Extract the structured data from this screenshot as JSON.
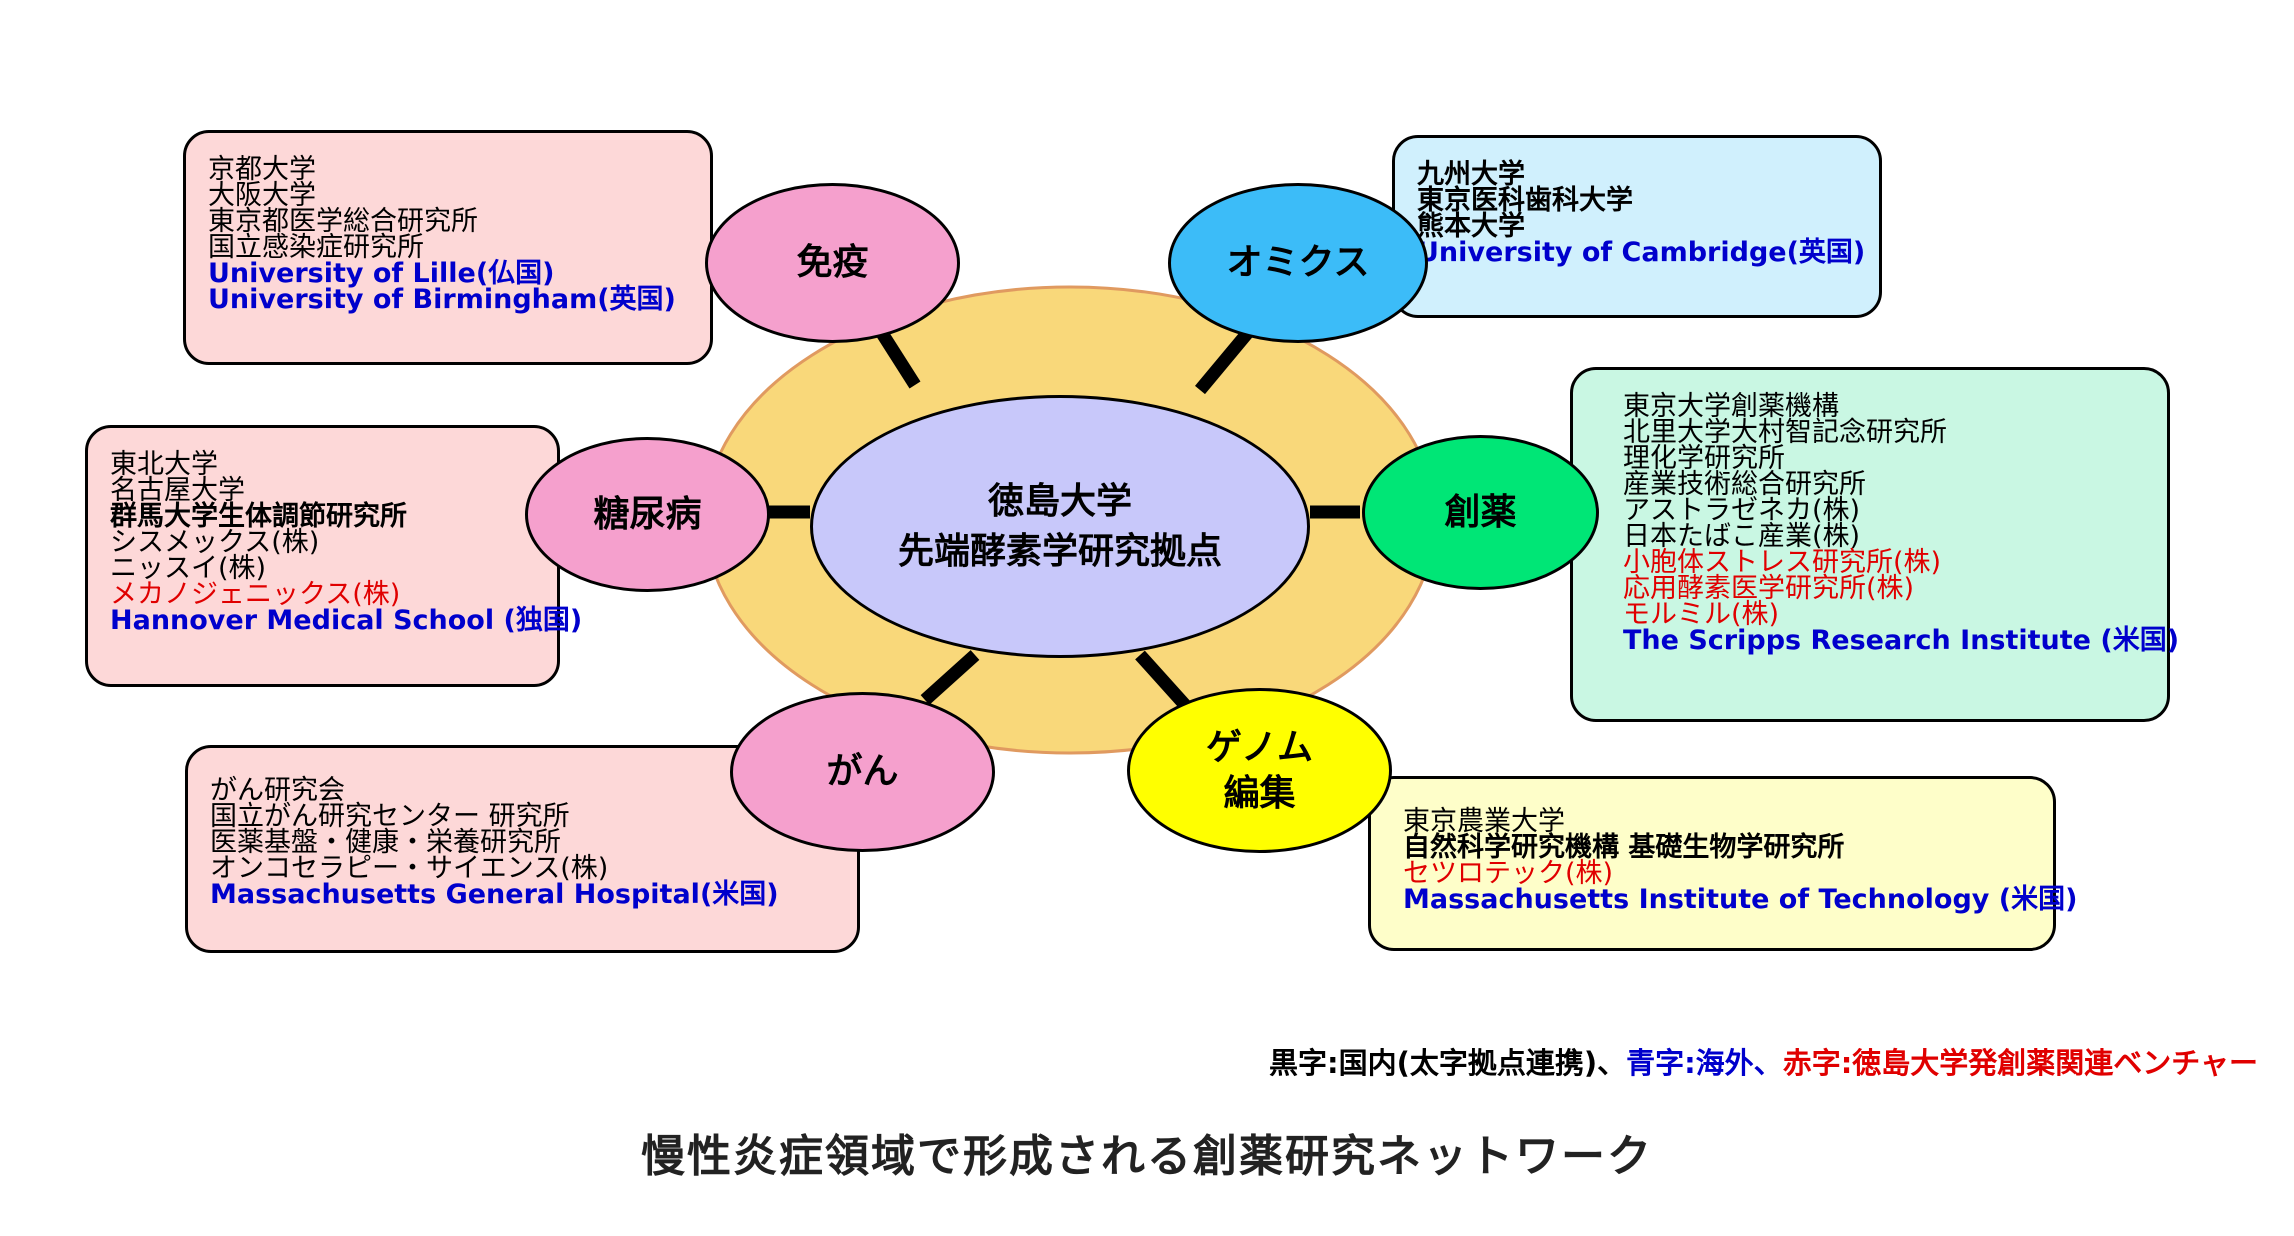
{
  "center": {
    "line1": "徳島大学",
    "line2": "先端酵素学研究拠点"
  },
  "colors": {
    "outer_ellipse": "#f9d87a",
    "center_fill": "#c8c8fa",
    "immune_fill": "#f5a0cd",
    "omics_fill": "#3cbcf8",
    "diabetes_fill": "#f5a0cd",
    "drug_fill": "#00e676",
    "cancer_fill": "#f5a0cd",
    "genome_fill": "#ffff00",
    "pink_box": "#fdd8d8",
    "cyan_box": "#d0f0fd",
    "green_box": "#c9f7e3",
    "yellow_box": "#fefec9",
    "domestic": "#000000",
    "overseas": "#0000cc",
    "venture": "#e00000"
  },
  "topics": {
    "immune": "免疫",
    "omics": "オミクス",
    "diabetes": "糖尿病",
    "drug": "創薬",
    "cancer": "がん",
    "genome": [
      "ゲノム",
      "編集"
    ]
  },
  "boxes": {
    "immune": [
      {
        "text": "京都大学",
        "style": ""
      },
      {
        "text": "大阪大学",
        "style": ""
      },
      {
        "text": "東京都医学総合研究所",
        "style": ""
      },
      {
        "text": "国立感染症研究所",
        "style": ""
      },
      {
        "text": "University of Lille(仏国)",
        "style": "blue"
      },
      {
        "text": "University of Birmingham(英国)",
        "style": "blue"
      }
    ],
    "omics": [
      {
        "text": "九州大学",
        "style": "b"
      },
      {
        "text": "東京医科歯科大学",
        "style": "b"
      },
      {
        "text": "熊本大学",
        "style": "b"
      },
      {
        "text": "University of Cambridge(英国)",
        "style": "blue"
      }
    ],
    "diabetes": [
      {
        "text": "東北大学",
        "style": ""
      },
      {
        "text": "名古屋大学",
        "style": ""
      },
      {
        "text": "群馬大学生体調節研究所",
        "style": "b"
      },
      {
        "text": "シスメックス(株)",
        "style": ""
      },
      {
        "text": "ニッスイ(株)",
        "style": ""
      },
      {
        "text": "メカノジェニックス(株)",
        "style": "red"
      },
      {
        "text": "Hannover Medical School (独国)",
        "style": "blue"
      }
    ],
    "drug": [
      {
        "text": "東京大学創薬機構",
        "style": ""
      },
      {
        "text": "北里大学大村智記念研究所",
        "style": ""
      },
      {
        "text": "理化学研究所",
        "style": ""
      },
      {
        "text": "産業技術総合研究所",
        "style": ""
      },
      {
        "text": "アストラゼネカ(株)",
        "style": ""
      },
      {
        "text": "日本たばこ産業(株)",
        "style": ""
      },
      {
        "text": "小胞体ストレス研究所(株)",
        "style": "red"
      },
      {
        "text": "応用酵素医学研究所(株)",
        "style": "red"
      },
      {
        "text": "モルミル(株)",
        "style": "red"
      },
      {
        "text": "The Scripps Research Institute (米国)",
        "style": "blue"
      }
    ],
    "cancer": [
      {
        "text": "がん研究会",
        "style": ""
      },
      {
        "text": "国立がん研究センター 研究所",
        "style": ""
      },
      {
        "text": "医薬基盤・健康・栄養研究所",
        "style": ""
      },
      {
        "text": "オンコセラピー・サイエンス(株)",
        "style": ""
      },
      {
        "text": "Massachusetts General Hospital(米国)",
        "style": "blue"
      }
    ],
    "genome": [
      {
        "text": "東京農業大学",
        "style": ""
      },
      {
        "text": "自然科学研究機構 基礎生物学研究所",
        "style": "b"
      },
      {
        "text": "セツロテック(株)",
        "style": "red"
      },
      {
        "text": "Massachusetts Institute of Technology (米国)",
        "style": "blue"
      }
    ]
  },
  "legend": {
    "black": "黒字:国内(太字拠点連携)、",
    "blue": "青字:海外、",
    "red": "赤字:徳島大学発創薬関連ベンチャー"
  },
  "caption": "慢性炎症領域で形成される創薬研究ネットワーク"
}
